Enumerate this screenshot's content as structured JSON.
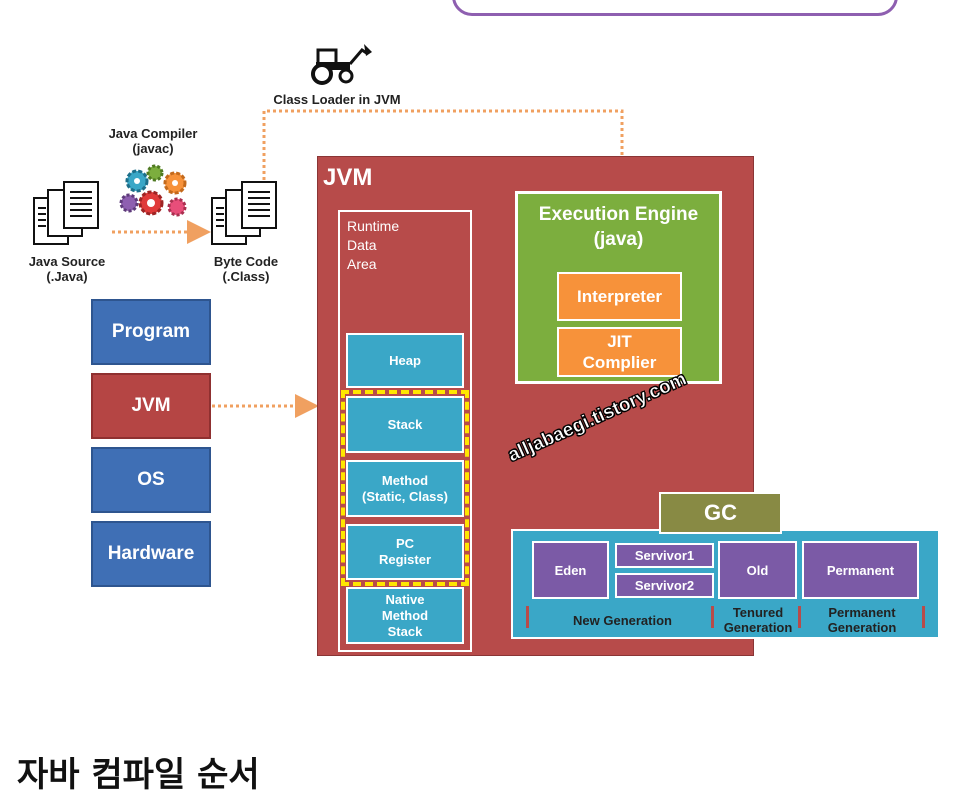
{
  "diagram": {
    "class_loader_label": "Class Loader in JVM",
    "compiler_label": "Java Compiler\n(javac)",
    "source_label": "Java Source\n(.Java)",
    "bytecode_label": "Byte Code\n(.Class)",
    "stack_layers": [
      "Program",
      "JVM",
      "OS",
      "Hardware"
    ],
    "jvm_title": "JVM",
    "runtime_area_label": "Runtime\nData\nArea",
    "runtime_cells": {
      "heap": "Heap",
      "stack": "Stack",
      "method": "Method\n(Static, Class)",
      "pc": "PC\nRegister",
      "native": "Native\nMethod\nStack"
    },
    "execution_engine_title": "Execution Engine\n(java)",
    "interpreter": "Interpreter",
    "jit": "JIT\nComplier",
    "watermark": "alljabaegi.tistory.com",
    "gc_title": "GC",
    "gc": {
      "eden": "Eden",
      "survivor1": "Servivor1",
      "survivor2": "Servivor2",
      "old": "Old",
      "permanent": "Permanent",
      "new_generation": "New Generation",
      "tenured_generation": "Tenured\nGeneration",
      "permanent_generation": "Permanent\nGeneration"
    },
    "colors": {
      "blue": "#3f6fb5",
      "red": "#b54544",
      "jvm_bg": "#b74b4a",
      "teal": "#3aa7c7",
      "green": "#7cae3e",
      "orange": "#f7923a",
      "purple": "#7b5aa6",
      "olive": "#888a44",
      "highlight": "#ffe600"
    }
  },
  "heading": "자바 컴파일 순서"
}
